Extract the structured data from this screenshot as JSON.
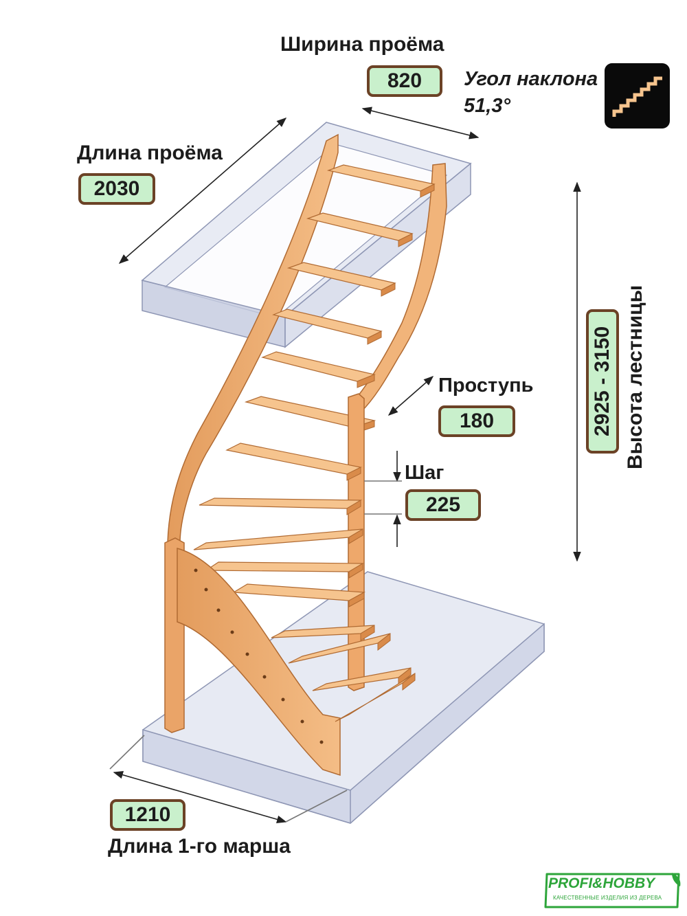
{
  "dimensions": {
    "opening_width": {
      "label": "Ширина проёма",
      "value": "820"
    },
    "opening_length": {
      "label": "Длина проёма",
      "value": "2030"
    },
    "incline_angle": {
      "label": "Угол наклона",
      "value": "51,3°"
    },
    "tread": {
      "label": "Проступь",
      "value": "180"
    },
    "step": {
      "label": "Шаг",
      "value": "225"
    },
    "stair_height": {
      "label": "Высота лестницы",
      "value": "2925 - 3150"
    },
    "first_flight": {
      "label": "Длина 1-го марша",
      "value": "1210"
    }
  },
  "icons": [
    "stairs-angle-icon",
    "profi-hobby-logo"
  ],
  "logo": {
    "name": "PROFI&HOBBY",
    "tagline": "КАЧЕСТВЕННЫЕ ИЗДЕЛИЯ ИЗ ДЕРЕВА"
  },
  "colors": {
    "wood_light": "#f6c48e",
    "wood_mid": "#eaa468",
    "wood_dark": "#c97c40",
    "glass_fill": "#cdd3e6",
    "glass_stroke": "#8e96b4",
    "value_fill": "#c9f0cc",
    "value_border": "#6b4226",
    "logo_green": "#2da53a"
  }
}
